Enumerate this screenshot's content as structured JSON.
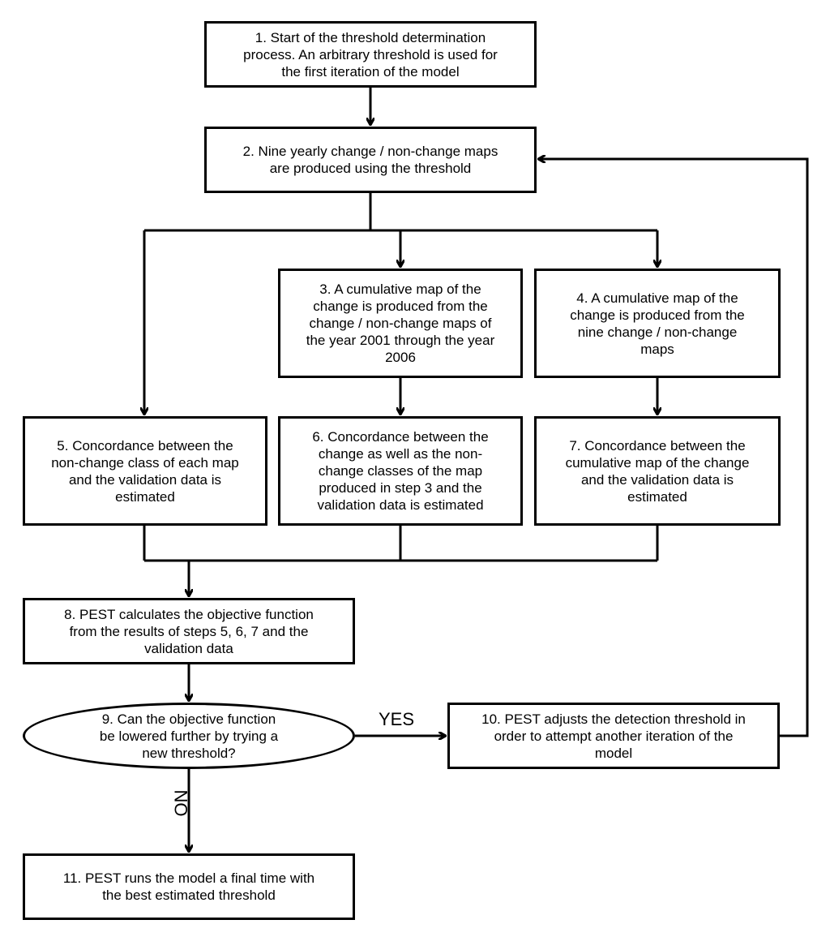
{
  "nodes": {
    "step1": "1. Start of the threshold determination\nprocess. An arbitrary threshold is used for\nthe first iteration of the model",
    "step2": "2. Nine yearly change / non-change maps\nare produced using the threshold",
    "step3": "3. A cumulative map of the\nchange is produced from the\nchange / non-change maps of\nthe year 2001 through the year\n2006",
    "step4": "4. A cumulative map of the\nchange is produced from the\nnine change / non-change\nmaps",
    "step5": "5. Concordance between the\nnon-change class of each map\nand the validation data is\nestimated",
    "step6": "6. Concordance between the\nchange as well as the non-\nchange classes of the map\nproduced in step 3 and the\nvalidation data is estimated",
    "step7": "7. Concordance between the\ncumulative map of the change\nand the validation data is\nestimated",
    "step8": "8. PEST calculates the objective function\nfrom the results of steps 5, 6, 7 and the\nvalidation data",
    "decision9": "9. Can the objective function\nbe lowered further by trying a\nnew threshold?",
    "step10": "10. PEST adjusts the detection threshold in\norder to attempt another iteration of the\nmodel",
    "step11": "11. PEST runs the model a final time with\nthe best estimated threshold"
  },
  "edge_labels": {
    "yes": "YES",
    "no": "NO"
  },
  "colors": {
    "line": "#000000",
    "background": "#ffffff"
  }
}
